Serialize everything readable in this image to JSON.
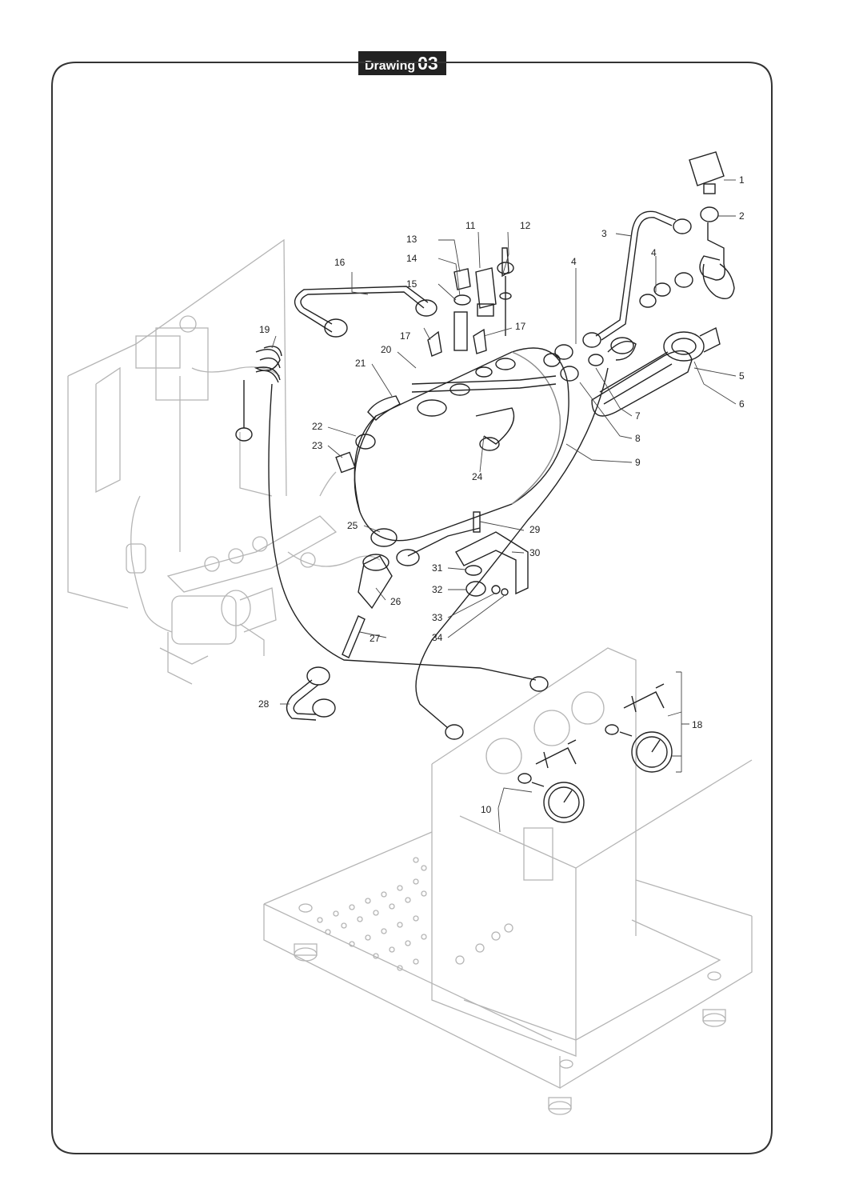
{
  "title": {
    "word": "Drawing",
    "number": "03"
  },
  "callouts": [
    "1",
    "2",
    "3",
    "4",
    "4",
    "5",
    "6",
    "7",
    "8",
    "9",
    "10",
    "11",
    "12",
    "13",
    "14",
    "15",
    "16",
    "17",
    "17",
    "18",
    "19",
    "20",
    "21",
    "22",
    "23",
    "24",
    "25",
    "26",
    "27",
    "28",
    "29",
    "30",
    "31",
    "32",
    "33",
    "34"
  ],
  "colors": {
    "line": "#222222",
    "faint": "#b5b5b5",
    "frame": "#333333"
  },
  "icons": [
    "pressure-switch-icon",
    "boiler-icon",
    "heating-element-icon",
    "pressure-gauge-icon",
    "pump-icon",
    "chassis-icon"
  ]
}
